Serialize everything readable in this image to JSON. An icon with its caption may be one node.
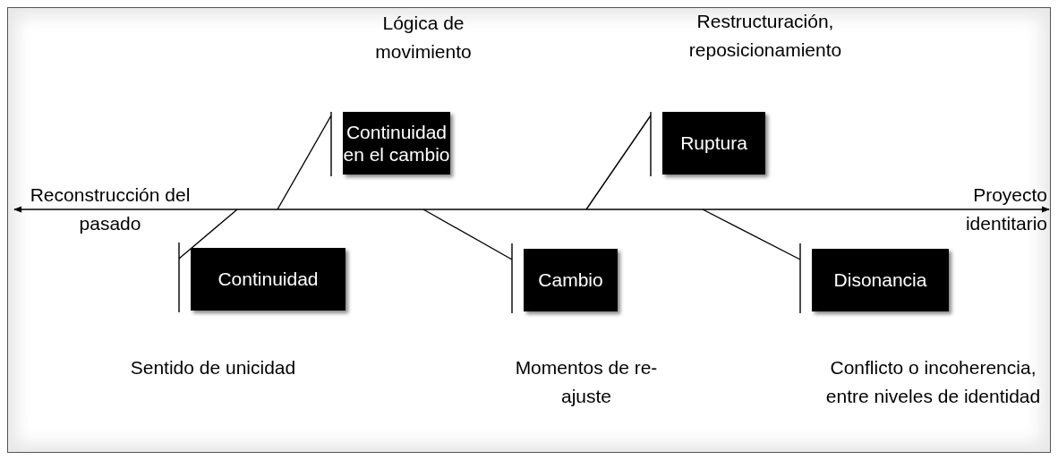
{
  "diagram": {
    "nodes": [
      {
        "text": [
          "Reconstrucción del pasado"
        ]
      },
      {
        "text": [
          "Proyecto identitario"
        ]
      },
      {
        "text": [
          "Continuidad en el cambio"
        ],
        "beside": [
          "Lógica de movimiento"
        ]
      },
      {
        "text": [
          "Ruptura"
        ],
        "beside": [
          "Restructuración, reposicionamiento"
        ]
      },
      {
        "text": [
          "Continuidad"
        ],
        "beside": [
          "Sentido de unicidad"
        ]
      },
      {
        "text": [
          "Cambio"
        ],
        "beside": [
          "Momentos de re-ajuste"
        ]
      },
      {
        "text": [
          "Disonancia"
        ],
        "beside": [
          "Conflicto o incoherencia, entre niveles de identidad"
        ]
      }
    ],
    "edges": [
      {
        "from": 0,
        "to": 1,
        "arrow": "both"
      },
      {
        "from": null,
        "to": 2,
        "arrow": "none"
      },
      {
        "from": null,
        "to": 3,
        "arrow": "none"
      },
      {
        "from": null,
        "to": 4,
        "arrow": "none"
      },
      {
        "from": null,
        "to": 5,
        "arrow": "none"
      },
      {
        "from": null,
        "to": 6,
        "arrow": "none"
      }
    ]
  }
}
